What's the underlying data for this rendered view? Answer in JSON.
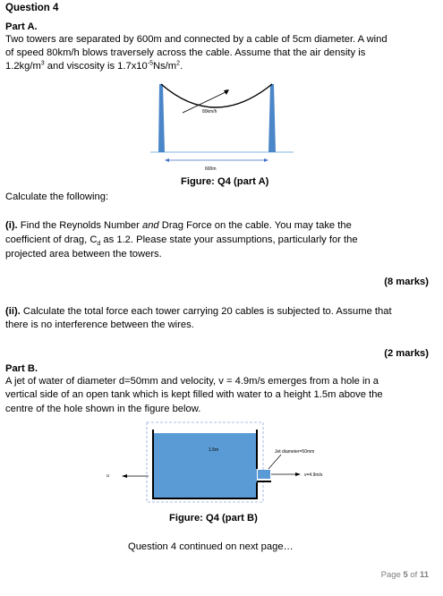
{
  "question_title": "Question 4",
  "part_a": {
    "heading": "Part A.",
    "intro_line1": "Two towers are separated by 600m and connected by a cable of 5cm diameter.  A wind",
    "intro_line2": "of speed 80km/h blows traversely across the cable.  Assume that the air density is",
    "intro_line3a": "1.2kg/m",
    "intro_line3b": "3",
    "intro_line3c": " and viscosity is 1.7x10",
    "intro_line3d": "-5",
    "intro_line3e": "Ns/m",
    "intro_line3f": "2",
    "intro_line3g": ".",
    "figure": {
      "wind_label": "80km/h",
      "span_label": "600m",
      "caption": "Figure: Q4 (part A)"
    },
    "calc_prompt": "Calculate the following:",
    "q1_line1_num": "(i).",
    "q1_line1a": " Find the Reynolds Number ",
    "q1_line1_and": "and",
    "q1_line1b": " Drag Force on the cable.  You may take the",
    "q1_line2a": "coefficient of drag, C",
    "q1_line2_sub": "d",
    "q1_line2b": " as 1.2.  Please state your assumptions, particularly for the",
    "q1_line3": "projected area between the towers.",
    "q1_marks": "(8 marks)",
    "q2_line1_num": "(ii).",
    "q2_line1": " Calculate the total force each tower carrying 20 cables is subjected to.  Assume that",
    "q2_line2": "there is no interference between the wires.",
    "q2_marks": "(2 marks)"
  },
  "part_b": {
    "heading": "Part B.",
    "line1": "A jet of water of diameter d=50mm and velocity, v = 4.9m/s emerges from a hole in a",
    "line2": "vertical side of an open tank which is kept filled with water to a height 1.5m above the",
    "line3": "centre of the hole shown in the figure below.",
    "figure": {
      "height_label": "1.5m",
      "jet_label": "Jet diameter=50mm",
      "velocity_label": "v=4.9m/s",
      "u_label": "u",
      "caption": "Figure: Q4 (part B)"
    }
  },
  "continued": "Question 4 continued on next page…",
  "footer": {
    "page_word": "Page ",
    "page_num": "5",
    "of_word": " of ",
    "page_total": "11"
  },
  "colors": {
    "tower_blue": "#4a86c8",
    "water_blue": "#5b9bd5",
    "ground_blue": "#9dc3e6",
    "arrow_blue": "#4472c4"
  }
}
